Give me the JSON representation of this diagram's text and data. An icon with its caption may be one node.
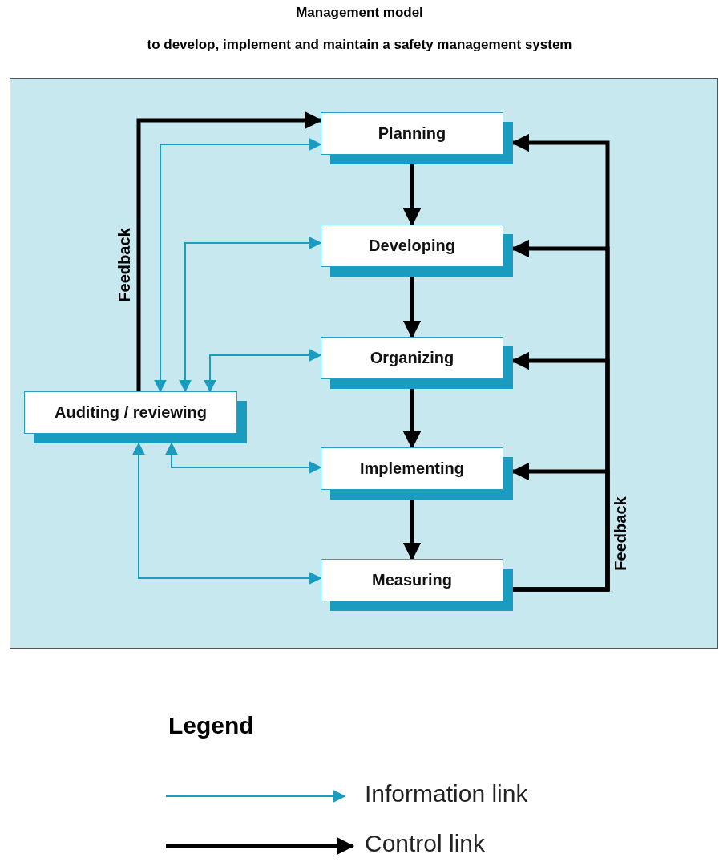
{
  "diagram": {
    "title": "Management model",
    "nodes": [
      {
        "text": [
          "Planning"
        ]
      },
      {
        "text": [
          "Developing"
        ]
      },
      {
        "text": [
          "Organizing"
        ]
      },
      {
        "text": [
          "Implementing"
        ]
      },
      {
        "text": [
          "Measuring"
        ]
      },
      {
        "text": [
          "Auditing / reviewing"
        ]
      }
    ],
    "edges": [
      {
        "from": 0,
        "to": 1,
        "arrow": "to"
      },
      {
        "from": 1,
        "to": 2,
        "arrow": "to"
      },
      {
        "from": 2,
        "to": 3,
        "arrow": "to"
      },
      {
        "from": 3,
        "to": 4,
        "arrow": "to"
      },
      {
        "from": 4,
        "to": 0,
        "arrow": "to"
      },
      {
        "from": 4,
        "to": 1,
        "arrow": "to"
      },
      {
        "from": 4,
        "to": 2,
        "arrow": "to"
      },
      {
        "from": 4,
        "to": 3,
        "arrow": "to",
        "label": "Feedback"
      },
      {
        "from": 5,
        "to": 0,
        "arrow": "to",
        "label": "Feedback"
      },
      {
        "from": 5,
        "to": 0,
        "arrow": "both",
        "color": "#1a9cc0"
      },
      {
        "from": 5,
        "to": 1,
        "arrow": "both",
        "color": "#1a9cc0"
      },
      {
        "from": 5,
        "to": 2,
        "arrow": "both",
        "color": "#1a9cc0"
      },
      {
        "from": 5,
        "to": 3,
        "arrow": "both",
        "color": "#1a9cc0"
      },
      {
        "from": 5,
        "to": 4,
        "arrow": "both",
        "color": "#1a9cc0"
      }
    ],
    "labels": [
      "to develop, implement and maintain a safety management system",
      "Legend"
    ],
    "legend": [
      {
        "text": "Information link"
      },
      {
        "text": "Control link"
      }
    ]
  }
}
